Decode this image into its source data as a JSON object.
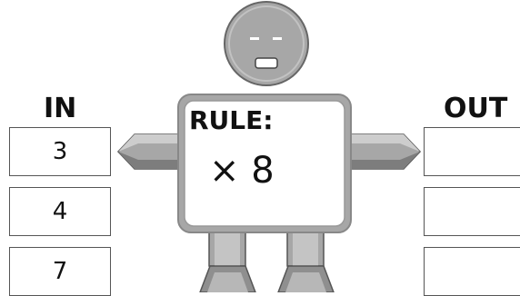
{
  "in_header": "IN",
  "out_header": "OUT",
  "rule_title": "RULE:",
  "rule_value": "× 8",
  "inputs": [
    "3",
    "4",
    "7"
  ],
  "outputs": [
    "",
    "",
    ""
  ],
  "colors": {
    "robot_fill": "#a7a7a7",
    "robot_dark": "#7d7d7d",
    "robot_light": "#cdcdcd",
    "outline": "#555555",
    "panel": "#ffffff"
  }
}
